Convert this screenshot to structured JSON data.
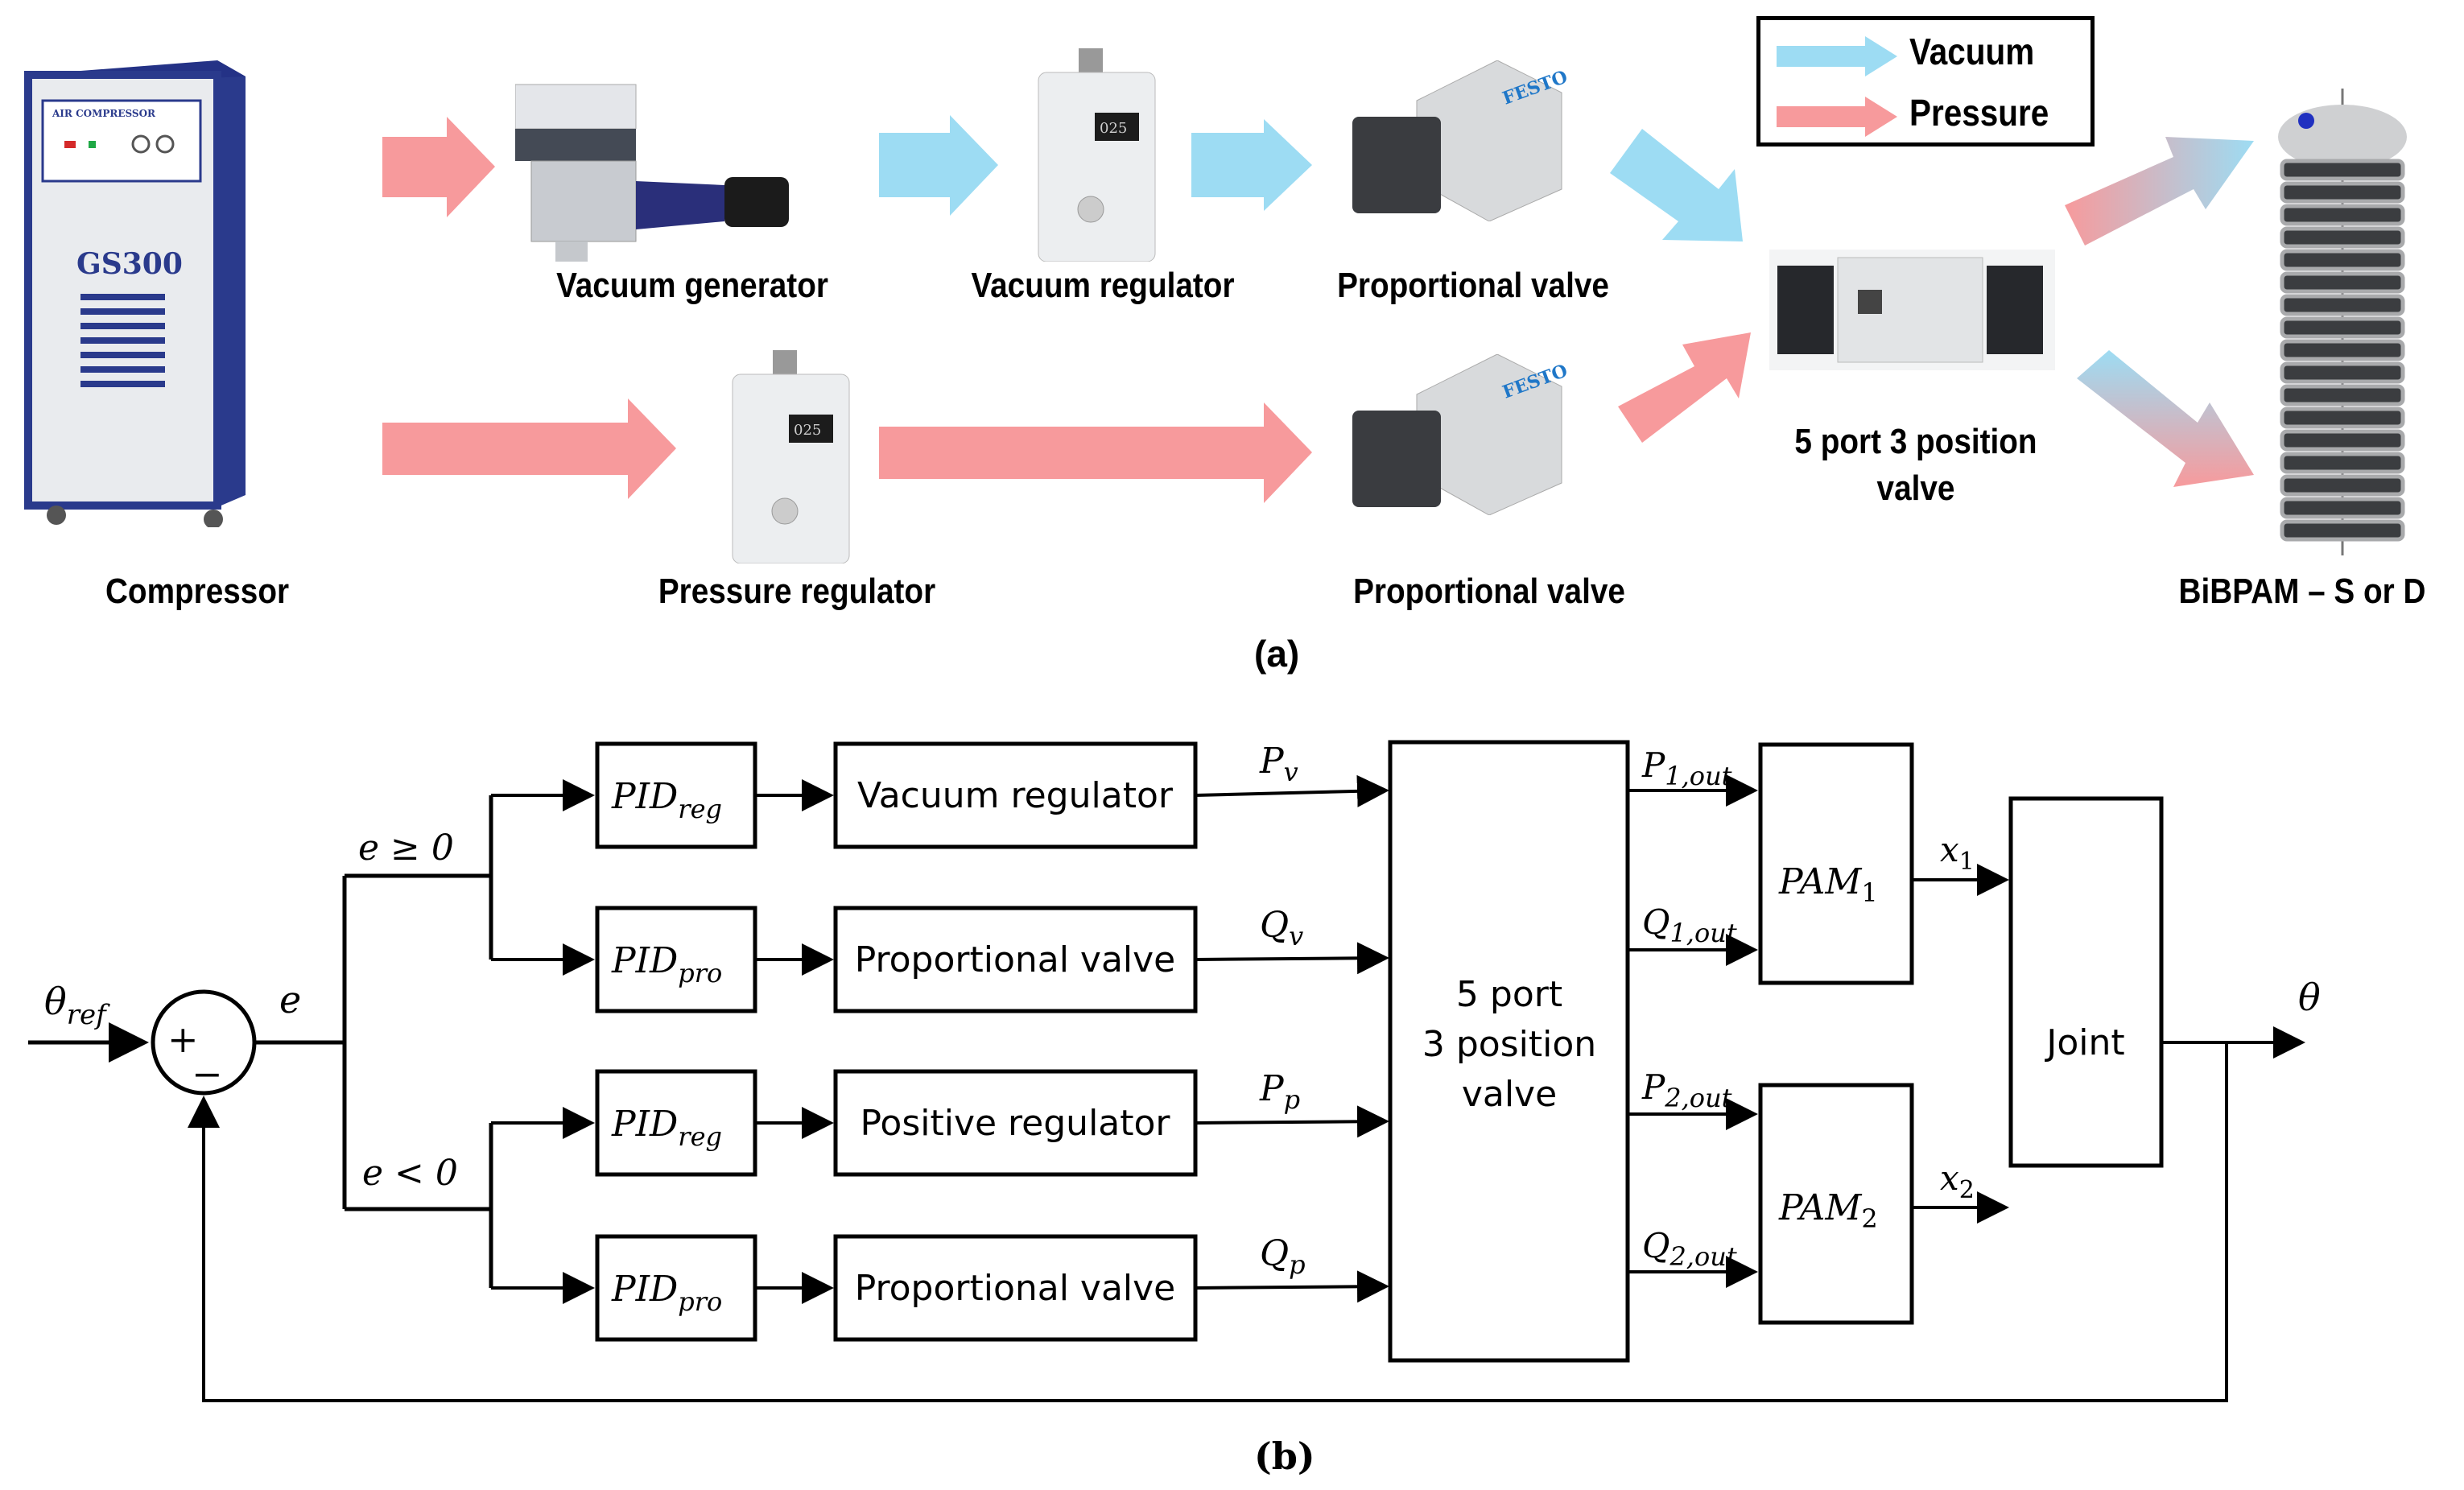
{
  "figure": {
    "panel_a": {
      "caption": "(a)",
      "legend": {
        "items": [
          {
            "label": "Vacuum",
            "color": "#9ddcf3"
          },
          {
            "label": "Pressure",
            "color": "#f79a9c"
          }
        ]
      },
      "components": {
        "compressor": {
          "label": "Compressor",
          "model_text": "GS300",
          "panel_text": "AIR COMPRESSOR"
        },
        "vacuum_generator": {
          "label": "Vacuum generator"
        },
        "vacuum_regulator": {
          "label": "Vacuum regulator",
          "display": "025"
        },
        "proportional_valve_top": {
          "label": "Proportional valve",
          "brand": "FESTO"
        },
        "pressure_regulator": {
          "label": "Pressure regulator",
          "display": "025"
        },
        "proportional_valve_bottom": {
          "label": "Proportional valve",
          "brand": "FESTO"
        },
        "five_port_valve": {
          "label_line1": "5 port 3 position",
          "label_line2": "valve"
        },
        "actuator": {
          "label": "BiBPAM – S or D"
        }
      }
    },
    "panel_b": {
      "caption": "(b)",
      "signals": {
        "theta_ref": "θ",
        "theta_ref_sub": "ref",
        "error": "e",
        "cond_pos": "e ≥ 0",
        "cond_neg": "e < 0",
        "theta_out": "θ",
        "sum_plus": "+",
        "sum_minus": "−"
      },
      "controllers": [
        {
          "base": "PID",
          "sub": "reg"
        },
        {
          "base": "PID",
          "sub": "pro"
        },
        {
          "base": "PID",
          "sub": "reg"
        },
        {
          "base": "PID",
          "sub": "pro"
        }
      ],
      "actuators": [
        {
          "label": "Vacuum regulator",
          "out_base": "P",
          "out_sub": "v"
        },
        {
          "label": "Proportional valve",
          "out_base": "Q",
          "out_sub": "v"
        },
        {
          "label": "Positive regulator",
          "out_base": "P",
          "out_sub": "p"
        },
        {
          "label": "Proportional valve",
          "out_base": "Q",
          "out_sub": "p"
        }
      ],
      "valve_block": {
        "line1": "5 port",
        "line2": "3 position",
        "line3": "valve"
      },
      "valve_outputs": [
        {
          "base": "P",
          "sub": "1,out"
        },
        {
          "base": "Q",
          "sub": "1,out"
        },
        {
          "base": "P",
          "sub": "2,out"
        },
        {
          "base": "Q",
          "sub": "2,out"
        }
      ],
      "pams": [
        {
          "base": "PAM",
          "sub": "1",
          "out_base": "x",
          "out_sub": "1"
        },
        {
          "base": "PAM",
          "sub": "2",
          "out_base": "x",
          "out_sub": "2"
        }
      ],
      "joint": {
        "label": "Joint"
      }
    }
  }
}
